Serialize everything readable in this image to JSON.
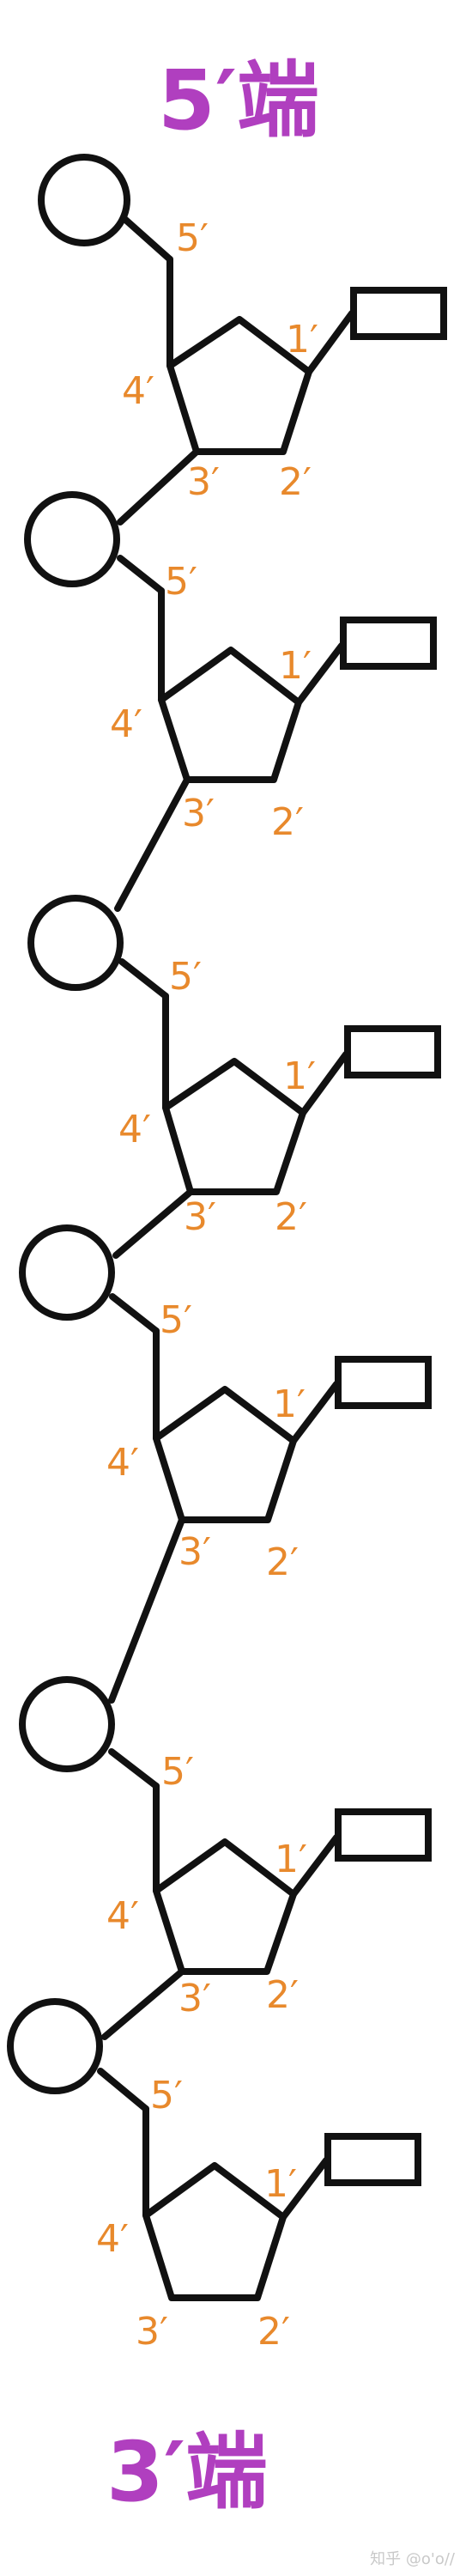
{
  "ends": {
    "top": "5′端",
    "bottom": "3′端"
  },
  "labels": {
    "c1": "1′",
    "c2": "2′",
    "c3": "3′",
    "c4": "4′",
    "c5": "5′"
  },
  "nucleotide_count": 6,
  "watermark": "知乎 @o'o//",
  "colors": {
    "end_label": "#b03fbf",
    "position_label": "#e8892c",
    "line": "#111111"
  }
}
